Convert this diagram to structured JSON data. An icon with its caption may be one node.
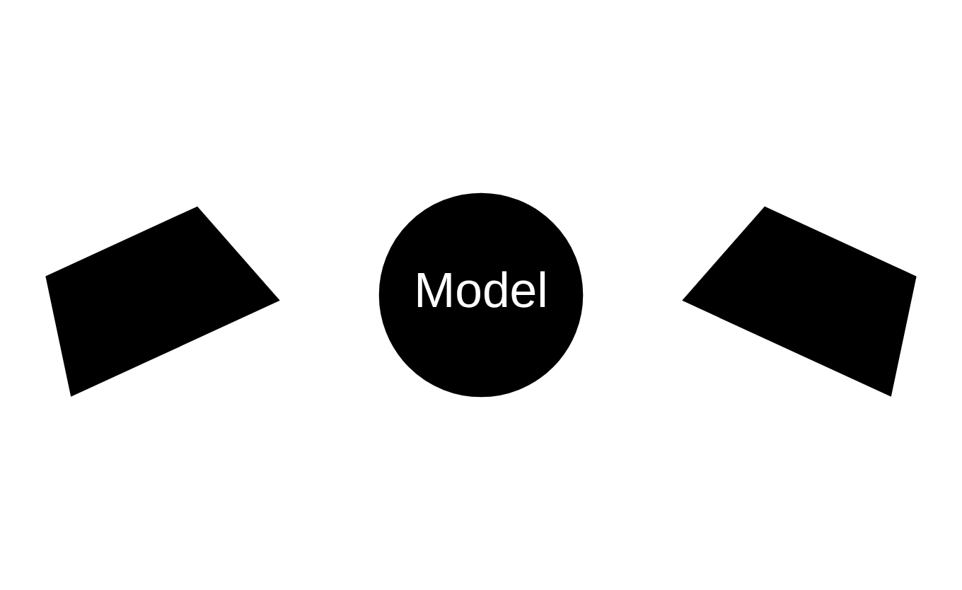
{
  "diagram": {
    "nodes": [
      {
        "text": [
          "Model"
        ]
      },
      {
        "text": [],
        "shape": "polygon"
      },
      {
        "text": [],
        "shape": "polygon"
      }
    ]
  }
}
